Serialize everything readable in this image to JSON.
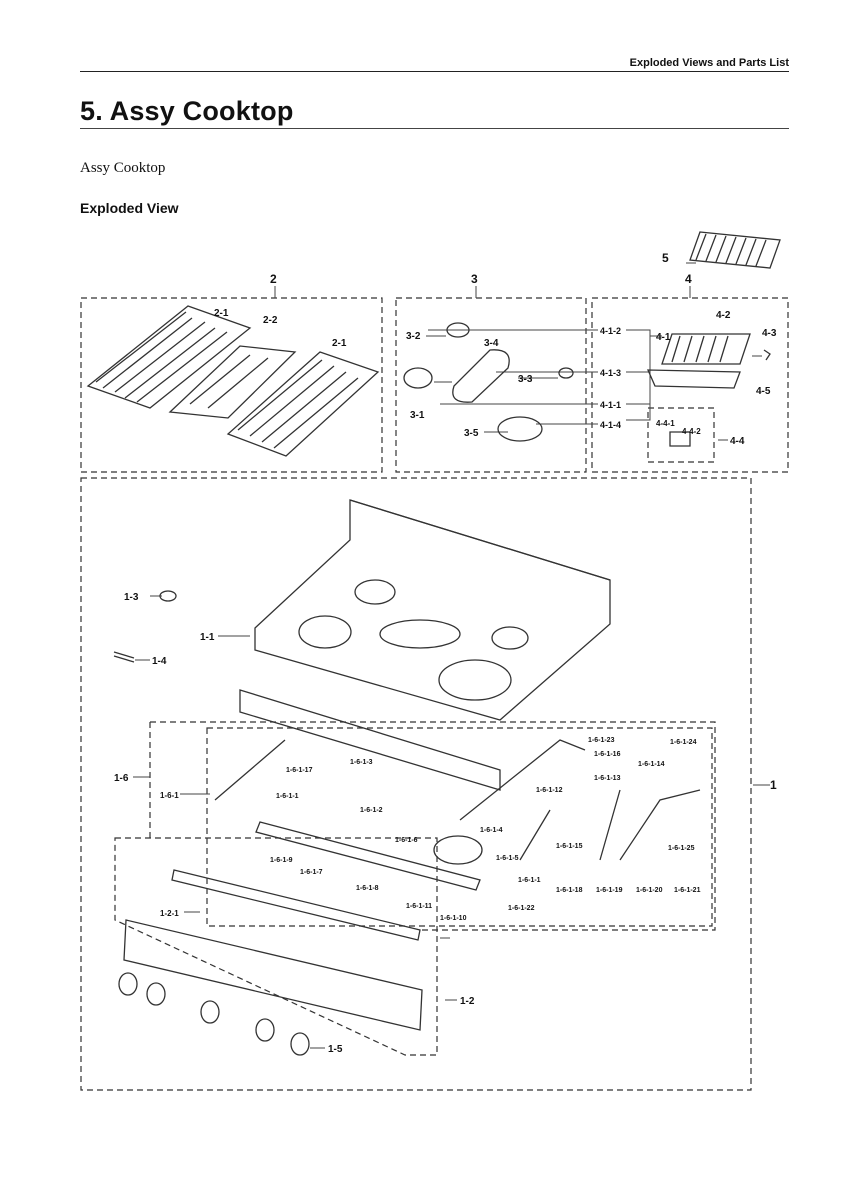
{
  "header": {
    "section_name": "Exploded Views and Parts List"
  },
  "title": "5.  Assy Cooktop",
  "subtitle": "Assy Cooktop",
  "subheading": "Exploded View",
  "callouts": {
    "c5": "5",
    "c2": "2",
    "c3": "3",
    "c4": "4",
    "c1": "1",
    "c2_1a": "2-1",
    "c2_2": "2-2",
    "c2_1b": "2-1",
    "c3_2": "3-2",
    "c3_4": "3-4",
    "c3_3": "3-3",
    "c3_1": "3-1",
    "c3_5": "3-5",
    "c4_1_2": "4-1-2",
    "c4_1_3": "4-1-3",
    "c4_1_1": "4-1-1",
    "c4_1_4": "4-1-4",
    "c4_1": "4-1",
    "c4_2": "4-2",
    "c4_3": "4-3",
    "c4_5": "4-5",
    "c4_4": "4-4",
    "c4_4_1": "4-4-1",
    "c4_4_2": "4-4-2",
    "c1_3": "1-3",
    "c1_1": "1-1",
    "c1_4": "1-4",
    "c1_6": "1-6",
    "c1_6_1": "1-6-1",
    "c1_6_1_17": "1-6-1-17",
    "c1_6_1_3": "1-6-1-3",
    "c1_6_1_1": "1-6-1-1",
    "c1_6_1_2": "1-6-1-2",
    "c1_6_1_6": "1-6-1-6",
    "c1_6_1_4": "1-6-1-4",
    "c1_6_1_12": "1-6-1-12",
    "c1_6_1_13": "1-6-1-13",
    "c1_6_1_14": "1-6-1-14",
    "c1_6_1_23": "1-6-1-23",
    "c1_6_1_16": "1-6-1-16",
    "c1_6_1_24": "1-6-1-24",
    "c1_6_1_15": "1-6-1-15",
    "c1_6_1_25": "1-6-1-25",
    "c1_6_1_9": "1-6-1-9",
    "c1_6_1_7": "1-6-1-7",
    "c1_6_1_8": "1-6-1-8",
    "c1_6_1_5": "1-6-1-5",
    "c1_6_1_11": "1-6-1-11",
    "c1_6_1_10": "1-6-1-10",
    "c1_6_1_1b": "1-6-1-1",
    "c1_6_1_22": "1-6-1-22",
    "c1_6_1_18": "1-6-1-18",
    "c1_6_1_19": "1-6-1-19",
    "c1_6_1_20": "1-6-1-20",
    "c1_6_1_21": "1-6-1-21",
    "c1_2_1": "1-2-1",
    "c1_2": "1-2",
    "c1_5": "1-5"
  }
}
